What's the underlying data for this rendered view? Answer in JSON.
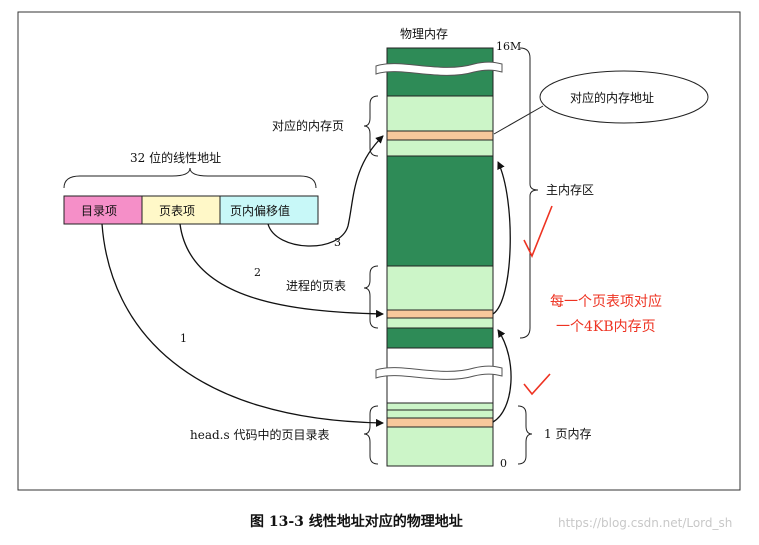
{
  "memory": {
    "title": "物理内存",
    "top_mark": "16M",
    "bottom_mark": "0"
  },
  "labels": {
    "linear_address": "32 位的线性地址",
    "dir_entry": "目录项",
    "page_entry": "页表项",
    "offset": "页内偏移值",
    "mapped_page": "对应的内存页",
    "process_page_table": "进程的页表",
    "head_s_page_dir": "head.s 代码中的页目录表",
    "main_memory": "主内存区",
    "one_page": "1 页内存",
    "physical_address": "对应的内存地址"
  },
  "steps": [
    "1",
    "2",
    "3"
  ],
  "annotation": {
    "line1": "每一个页表项对应",
    "line2": "一个4KB内存页"
  },
  "caption": "图 13-3  线性地址对应的物理地址",
  "watermark": "https://blog.csdn.net/Lord_sh",
  "colors": {
    "dark_green": "#2e8b57",
    "light_green": "#ccf5c8",
    "highlight": "#f8c89c",
    "pink": "#f58fc8",
    "yellow": "#fff8c8",
    "cyan": "#c8f8f8",
    "red_note": "#ee3322"
  }
}
